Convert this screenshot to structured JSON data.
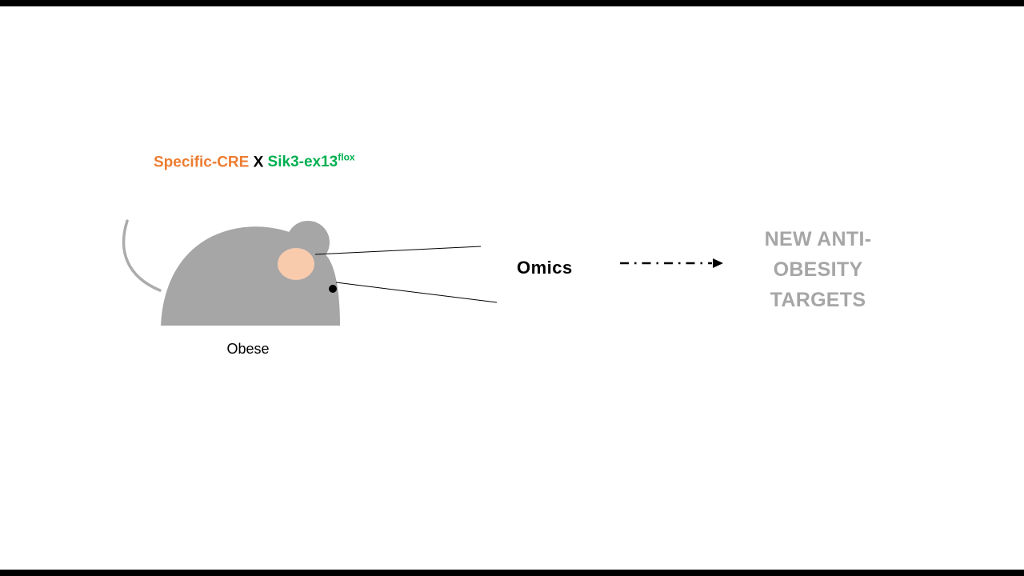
{
  "slide": {
    "background_color": "#ffffff",
    "letterbox_color": "#000000"
  },
  "cross_label": {
    "part1": "Specific-CRE",
    "part1_color": "#ED7D31",
    "separator": " X ",
    "part2": "Sik3-ex13",
    "superscript": "flox",
    "part2_color": "#00B050"
  },
  "mouse": {
    "label": "Obese",
    "body_color": "#A6A6A6",
    "tail_color": "#ACACAC",
    "ear_inner_color": "#F8CBAD",
    "eye_color": "#000000"
  },
  "omics": {
    "label": "Omics"
  },
  "arrow": {
    "style": "dash-dot",
    "color": "#000000"
  },
  "result": {
    "full_label": "NEW ANTI-OBESITY TARGETS",
    "color": "#A6A6A6",
    "lines": [
      "NEW ANTI-",
      "OBESITY",
      "TARGETS"
    ]
  }
}
